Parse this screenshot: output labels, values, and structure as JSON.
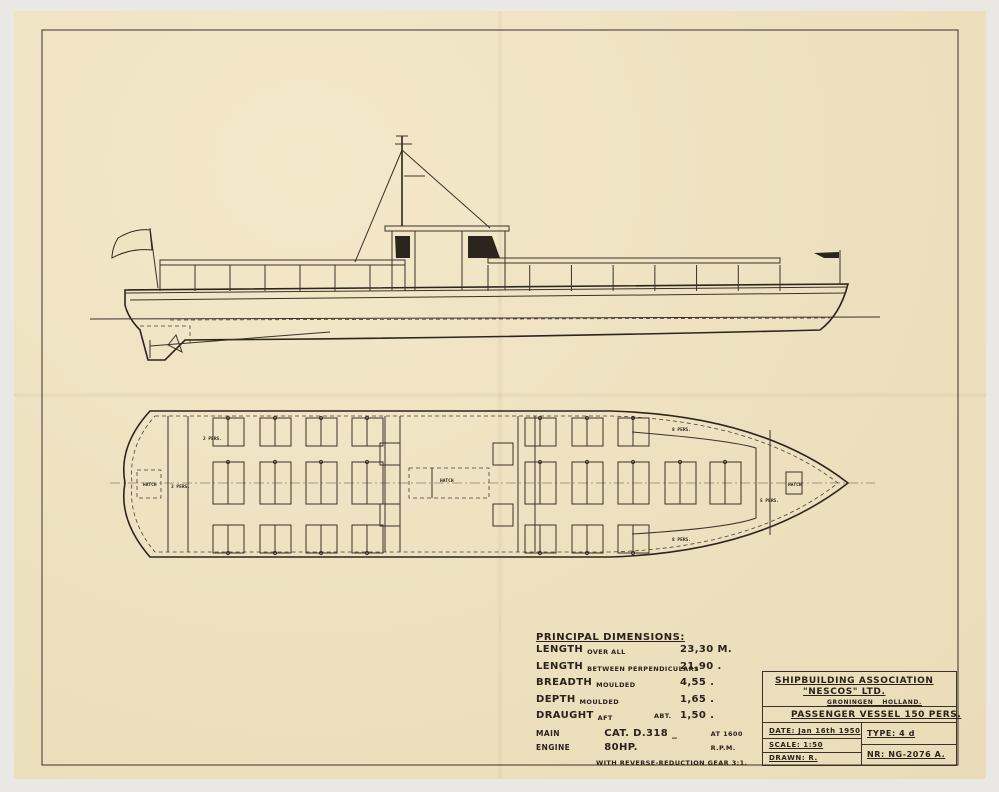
{
  "drawing": {
    "plan_labels": {
      "hatch": "HATCH",
      "pers3": "3 PERS.",
      "pers2": "2 PERS.",
      "pers8": "8 PERS.",
      "pers5": "5 PERS."
    }
  },
  "principal_dimensions": {
    "heading": "PRINCIPAL DIMENSIONS:",
    "rows": [
      {
        "label": "LENGTH",
        "qualifier": "OVER ALL",
        "prefix": "",
        "value": "23,30 M."
      },
      {
        "label": "LENGTH",
        "qualifier": "BETWEEN PERPENDICULARS",
        "prefix": "",
        "value": "21,90 ."
      },
      {
        "label": "BREADTH",
        "qualifier": "MOULDED",
        "prefix": "",
        "value": "4,55 ."
      },
      {
        "label": "DEPTH",
        "qualifier": "MOULDED",
        "prefix": "",
        "value": "1,65 ."
      },
      {
        "label": "DRAUGHT",
        "qualifier": "AFT",
        "prefix": "ABT.",
        "value": "1,50 ."
      }
    ],
    "engine_label": "MAIN ENGINE",
    "engine_value": "CAT. D.318 _ 80HP.",
    "engine_rpm": "AT 1600 R.P.M.",
    "gear": "WITH REVERSE-REDUCTION GEAR 3:1."
  },
  "title_block": {
    "company": "SHIPBUILDING ASSOCIATION",
    "company_name": "\"NESCOS\" LTD.",
    "location": "GRONINGEN _ HOLLAND.",
    "title": "PASSENGER VESSEL 150 PERS.",
    "date": "DATE: Jan 16th 1950",
    "scale": "SCALE: 1:50",
    "drawn": "DRAWN: R.",
    "type": "TYPE: 4 d",
    "number": "NR: NG-2076 A."
  }
}
